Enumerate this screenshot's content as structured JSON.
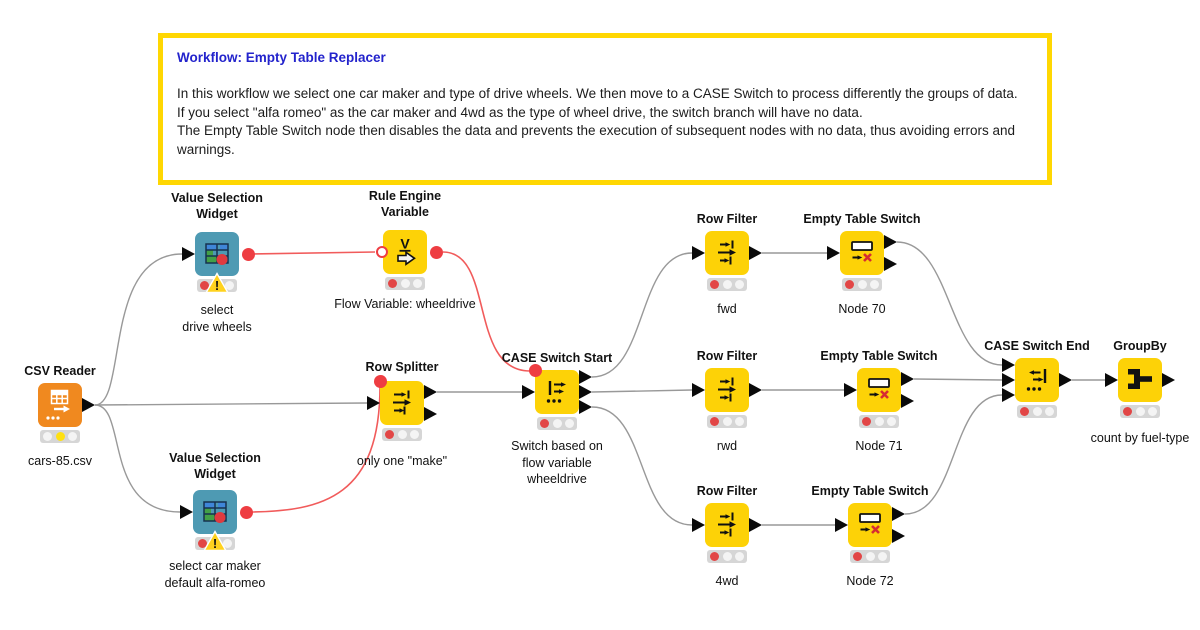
{
  "annotation": {
    "title": "Workflow: Empty Table Replacer",
    "body": "In this workflow we select one car maker and type of drive wheels. We then move to a CASE Switch to process differently the groups of data.\nIf you select \"alfa romeo\" as the car maker and 4wd as the type of wheel drive, the switch branch will have no data.\nThe Empty Table Switch node then disables the data and prevents the execution of subsequent nodes with no data, thus avoiding errors and warnings.",
    "border_color": "#FFD702",
    "title_color": "#2323CC"
  },
  "nodes": {
    "csv_reader": {
      "title": "CSV Reader",
      "label": "cars-85.csv",
      "status": "configured-yellow"
    },
    "vsw_top": {
      "title": "Value Selection\nWidget",
      "label": "select\ndrive wheels",
      "status": "error-warning"
    },
    "rule_engine_variable": {
      "title": "Rule Engine\nVariable",
      "label": "Flow Variable: wheeldrive",
      "status": "error"
    },
    "vsw_bottom": {
      "title": "Value Selection\nWidget",
      "label": "select car maker\ndefault alfa-romeo",
      "status": "error-warning"
    },
    "row_splitter": {
      "title": "Row Splitter",
      "label": "only one \"make\"",
      "status": "error"
    },
    "case_switch_start": {
      "title": "CASE Switch Start",
      "label": "Switch based on\nflow variable\nwheeldrive",
      "status": "error"
    },
    "row_filter_fwd": {
      "title": "Row Filter",
      "label": "fwd",
      "status": "error"
    },
    "ets_70": {
      "title": "Empty Table Switch",
      "label": "Node 70",
      "status": "error"
    },
    "row_filter_rwd": {
      "title": "Row Filter",
      "label": "rwd",
      "status": "error"
    },
    "ets_71": {
      "title": "Empty Table Switch",
      "label": "Node 71",
      "status": "error"
    },
    "row_filter_4wd": {
      "title": "Row Filter",
      "label": "4wd",
      "status": "error"
    },
    "ets_72": {
      "title": "Empty Table Switch",
      "label": "Node 72",
      "status": "error"
    },
    "case_switch_end": {
      "title": "CASE Switch End",
      "label": "",
      "status": "error"
    },
    "groupby": {
      "title": "GroupBy",
      "label": "count by fuel-type",
      "status": "error"
    }
  },
  "colors": {
    "node_yellow": "#FDD207",
    "node_orange": "#F0891F",
    "node_teal": "#4E9AB3",
    "data_connection": "#999999",
    "flow_variable_connection": "#F15B5B",
    "flow_variable_port": "#EE3D42",
    "status_red": "#E24646",
    "status_yellow": "#FFE010"
  },
  "icons": {
    "warning_exclamation": "!"
  }
}
